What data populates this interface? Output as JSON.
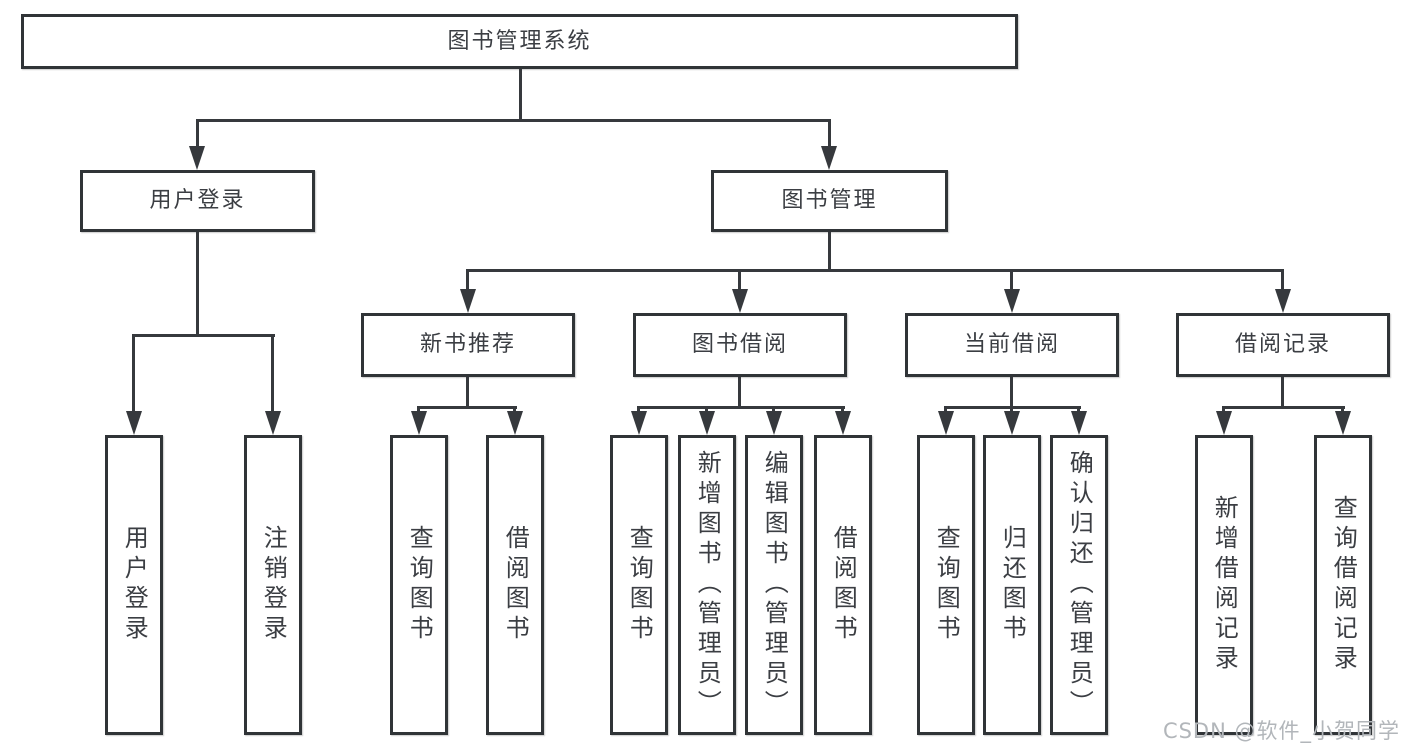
{
  "diagram": {
    "colors": {
      "line_color": "#36393d",
      "box_border": "#303437",
      "text_color": "#3b3e43",
      "watermark_color": "#b2b6ba",
      "background": "#ffffff"
    },
    "tree": {
      "root": "图书管理系统",
      "branches": [
        {
          "label": "用户登录",
          "children": [
            "用户登录",
            "注销登录"
          ]
        },
        {
          "label": "图书管理",
          "groups": [
            {
              "label": "新书推荐",
              "children": [
                "查询图书",
                "借阅图书"
              ]
            },
            {
              "label": "图书借阅",
              "children": [
                "查询图书",
                "新增图书（管理员）",
                "编辑图书（管理员）",
                "借阅图书"
              ]
            },
            {
              "label": "当前借阅",
              "children": [
                "查询图书",
                "归还图书",
                "确认归还（管理员）"
              ]
            },
            {
              "label": "借阅记录",
              "children": [
                "新增借阅记录",
                "查询借阅记录"
              ]
            }
          ]
        }
      ]
    },
    "watermark": "CSDN @软件_小贺同学"
  }
}
